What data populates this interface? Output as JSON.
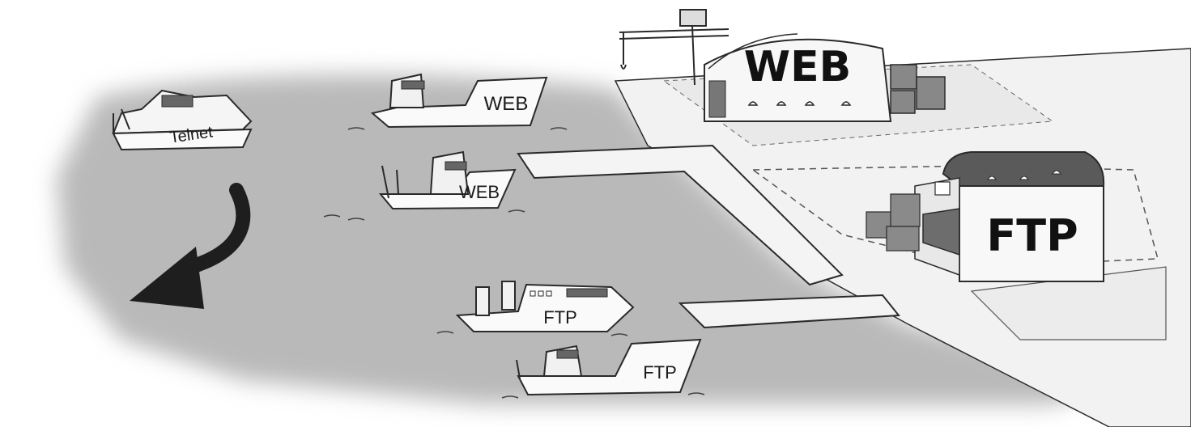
{
  "colors": {
    "water": "#b9b9b9",
    "land": "#f2f2f2",
    "line": "#2a2a2a",
    "roof": "#5a5a5a",
    "arrow": "#1e1e1e"
  },
  "boats": [
    {
      "id": "telnet",
      "label": "Telnet"
    },
    {
      "id": "web-1",
      "label": "WEB"
    },
    {
      "id": "web-2",
      "label": "WEB"
    },
    {
      "id": "ftp-1",
      "label": "FTP"
    },
    {
      "id": "ftp-2",
      "label": "FTP"
    }
  ],
  "buildings": {
    "web": {
      "label": "WEB"
    },
    "ftp": {
      "label": "FTP"
    }
  },
  "icons": [
    "curved-arrow-icon",
    "crane-icon",
    "cargo-boxes-icon"
  ]
}
